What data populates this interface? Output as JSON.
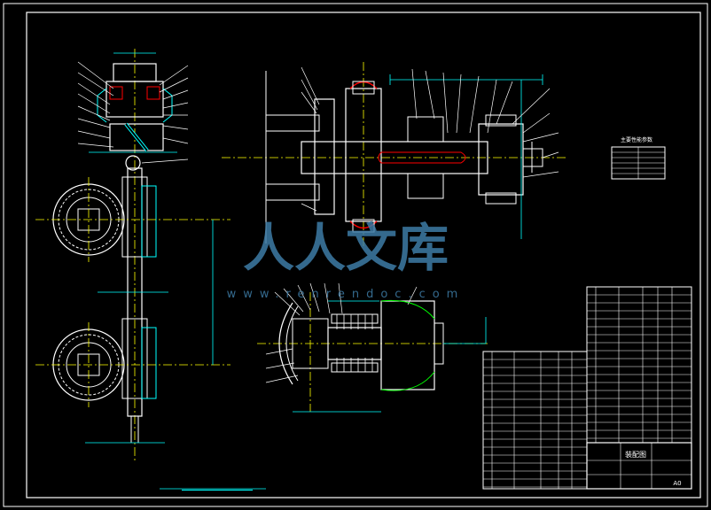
{
  "drawing": {
    "params_table": {
      "title": "主要性能参数",
      "rows": [
        {
          "label": "",
          "value": ""
        },
        {
          "label": "",
          "value": ""
        },
        {
          "label": "",
          "value": ""
        },
        {
          "label": "",
          "value": ""
        },
        {
          "label": "",
          "value": ""
        },
        {
          "label": "",
          "value": ""
        }
      ]
    },
    "title_block": {
      "name": "装配图",
      "org": "",
      "sheet": "A0"
    },
    "watermark": {
      "main": "人人文库",
      "url": "www.renrendoc.com"
    }
  },
  "colors": {
    "background": "#000000",
    "outline": "#ffffff",
    "centerline": "#ffff00",
    "section": "#00ffff",
    "hatch": "#00ff00",
    "dimension": "#00ffff",
    "leader": "#ff00ff",
    "watermark": "#3e7ca6"
  }
}
